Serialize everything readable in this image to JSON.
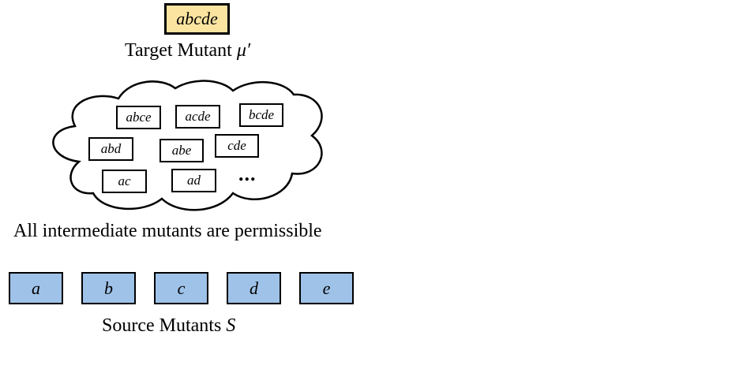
{
  "target": {
    "box_label": "abcde",
    "caption": "Target Mutant",
    "caption_symbol": "μ′"
  },
  "colors": {
    "target_fill": "#fbe4a0",
    "source_fill": "#9fc2e8",
    "outline": "#000000"
  },
  "intermediate": {
    "items": [
      "abce",
      "acde",
      "bcde",
      "abd",
      "abe",
      "cde",
      "ac",
      "ad"
    ],
    "more": "...",
    "caption": "All intermediate mutants are permissible"
  },
  "source": {
    "items": [
      "a",
      "b",
      "c",
      "d",
      "e"
    ],
    "caption": "Source Mutants",
    "caption_symbol": "S"
  }
}
